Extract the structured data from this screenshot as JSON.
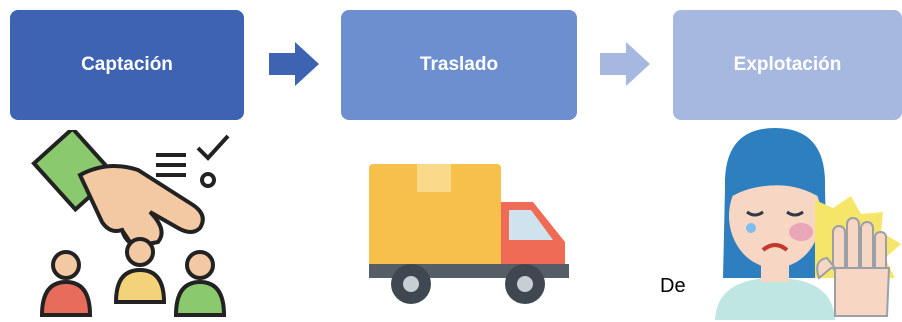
{
  "stages": [
    {
      "label": "Captación"
    },
    {
      "label": "Traslado"
    },
    {
      "label": "Explotación"
    }
  ],
  "caption": "De",
  "colors": {
    "stage_1": "#3e63b3",
    "stage_2": "#6e8fcf",
    "stage_3": "#a6b8e0"
  },
  "icons": [
    "recruitment-hand-icon",
    "delivery-truck-icon",
    "crying-woman-stop-hand-icon"
  ]
}
